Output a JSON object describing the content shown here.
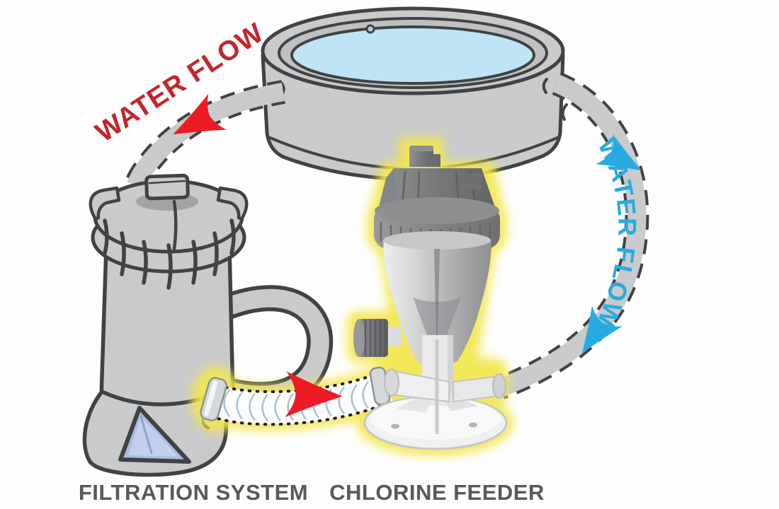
{
  "diagram": {
    "type": "pool-equipment-flow-diagram",
    "labels": {
      "flow_left": "WATER FLOW",
      "flow_right": "WATER FLOW",
      "filtration": "FILTRATION SYSTEM",
      "feeder": "CHLORINE FEEDER"
    },
    "components": [
      {
        "id": "pool",
        "name": "above-ground pool",
        "description": "round gray pool filled with light blue water"
      },
      {
        "id": "filtration-system",
        "name": "filtration system",
        "description": "gray cartridge filter pump with ribbed lid, looped pipe handle and triangular sight window"
      },
      {
        "id": "chlorine-feeder",
        "name": "chlorine feeder",
        "description": "gray feeder canister on white base, highlighted with a yellow glow"
      },
      {
        "id": "hose-pool-to-filter",
        "name": "hose from pool to filtration system",
        "outline": "dashed"
      },
      {
        "id": "hose-filter-to-feeder",
        "name": "corrugated hose from filtration system to chlorine feeder",
        "outline": "dotted",
        "highlight": "yellow glow"
      },
      {
        "id": "hose-right",
        "name": "hose between chlorine feeder and pool",
        "outline": "dashed"
      }
    ],
    "arrows": [
      {
        "id": "red-arrow-left-hose",
        "color": "red",
        "direction": "down-left"
      },
      {
        "id": "red-arrow-corrugated-hose",
        "color": "red",
        "direction": "right"
      },
      {
        "id": "blue-arrow-right-hose-top",
        "color": "blue",
        "direction": "down-right"
      },
      {
        "id": "blue-arrow-right-hose-bottom",
        "color": "blue",
        "direction": "down-left"
      }
    ]
  },
  "colors": {
    "bg": "#fdfdfd",
    "outline": "#414244",
    "pool_gray": "#c9cacb",
    "pool_gray_dark": "#bfc0c2",
    "water_blue": "#bfe4f5",
    "hose_gray": "#c9cacb",
    "red_text": "#c1272d",
    "red_arrow": "#ed1c24",
    "blue": "#29abe2",
    "glow": "#f3e74e",
    "label_gray": "#58595b",
    "rib_blue": "#aac4d4",
    "feeder_dark": "#77787a",
    "feeder_mid": "#a9aaac",
    "feeder_light": "#e4e5e6",
    "base_white": "#eff0f1",
    "window_blue": "#aabde0"
  }
}
